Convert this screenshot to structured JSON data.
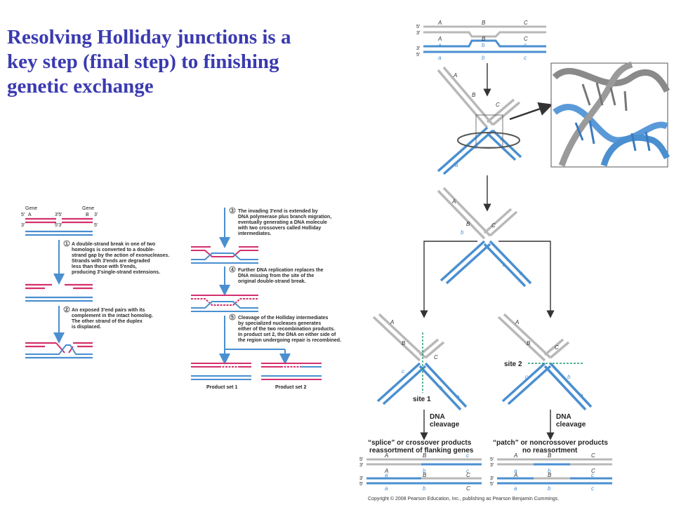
{
  "title": {
    "lines": [
      "Resolving Holliday junctions is a",
      "key step (final step) to finishing",
      "genetic exchange"
    ]
  },
  "left_figure": {
    "gene_a_label": "Gene",
    "gene_a_letter": "A",
    "gene_b_label": "Gene",
    "gene_b_letter": "B",
    "top_primes": [
      "5′",
      "3′",
      "3′5′",
      "5′3′",
      "3′",
      "5′"
    ],
    "step1_number": "1",
    "step1_lines": [
      "A double-strand break in one of two",
      "homologs is converted to a double-",
      "strand gap by the action of exonucleases.",
      "Strands with 3′ends are degraded",
      "less than those with 5′ends,",
      "producing 3′single-strand extensions."
    ],
    "step2_number": "2",
    "step2_lines": [
      "An exposed 3′end pairs with its",
      "complement in the intact homolog.",
      "The other strand of the duplex",
      "is displaced."
    ]
  },
  "middle_figure": {
    "step3_number": "3",
    "step3_lines": [
      "The invading 3′end is extended by",
      "DNA polymerase plus branch migration,",
      "eventually generating a DNA molecule",
      "with two crossovers called Holliday",
      "intermediates."
    ],
    "step4_number": "4",
    "step4_lines": [
      "Further DNA replication replaces the",
      "DNA missing from the site of the",
      "original double-strand break."
    ],
    "step5_number": "5",
    "step5_lines": [
      "Cleavage of the Holliday intermediates",
      "by specialized nucleases generates",
      "either of the two recombination products.",
      "In product set 2, the DNA on either side of",
      "the region undergoing repair is recombined."
    ],
    "product_set_1": "Product set 1",
    "product_set_2": "Product set 2"
  },
  "right_figure": {
    "genes_upper": [
      "A",
      "B",
      "C"
    ],
    "genes_lower": [
      "a",
      "b",
      "c"
    ],
    "primes": [
      "5′",
      "3′",
      "3′",
      "5′"
    ],
    "site1_label": "site 1",
    "site2_label": "site 2",
    "cleavage_left": [
      "DNA",
      "cleavage"
    ],
    "cleavage_right": [
      "DNA",
      "cleavage"
    ],
    "splice_lines": [
      "“splice” or crossover products",
      "reassortment of flanking genes"
    ],
    "patch_lines": [
      "“patch” or noncrossover products",
      "no reassortment"
    ],
    "copyright": "Copyright © 2008 Pearson Education, Inc., publishing as Pearson Benjamin Cummings."
  },
  "colors": {
    "title": "#3a3ab0",
    "pink_strand": "#d4306e",
    "blue_strand": "#4a8fd0",
    "gray_strand": "#b8b8b8",
    "dark_arrow": "#333333",
    "site_dash": "#1a9a6a"
  }
}
